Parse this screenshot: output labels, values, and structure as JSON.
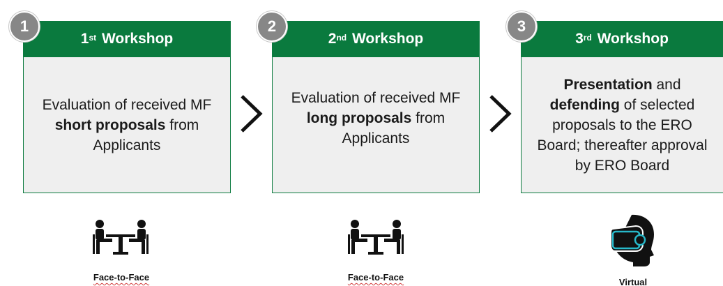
{
  "workshops": [
    {
      "number": "1",
      "title_sup": "st",
      "title_rest": " Workshop",
      "title_num": "1",
      "body": [
        "Evaluation of received MF",
        "short proposals",
        " from",
        "Applicants"
      ],
      "mode": "Face-to-Face"
    },
    {
      "number": "2",
      "title_sup": "nd",
      "title_rest": " Workshop",
      "title_num": "2",
      "body": [
        "Evaluation of received MF",
        "long proposals",
        " from",
        "Applicants"
      ],
      "mode": "Face-to-Face"
    },
    {
      "number": "3",
      "title_sup": "rd",
      "title_rest": " Workshop",
      "title_num": "3",
      "body": [
        "Presentation",
        " and",
        "defending",
        " of selected",
        "proposals to the ERO",
        "Board; thereafter approval",
        "by ERO Board"
      ],
      "mode": "Virtual"
    }
  ],
  "icons": {
    "meeting": "face-to-face-meeting-icon",
    "virtual": "vr-headset-icon",
    "arrow": "chevron-right-icon"
  },
  "colors": {
    "header_green": "#0a7a3e",
    "body_gray": "#efefef",
    "badge_gray": "#878787",
    "virtual_accent": "#27b8c9"
  }
}
